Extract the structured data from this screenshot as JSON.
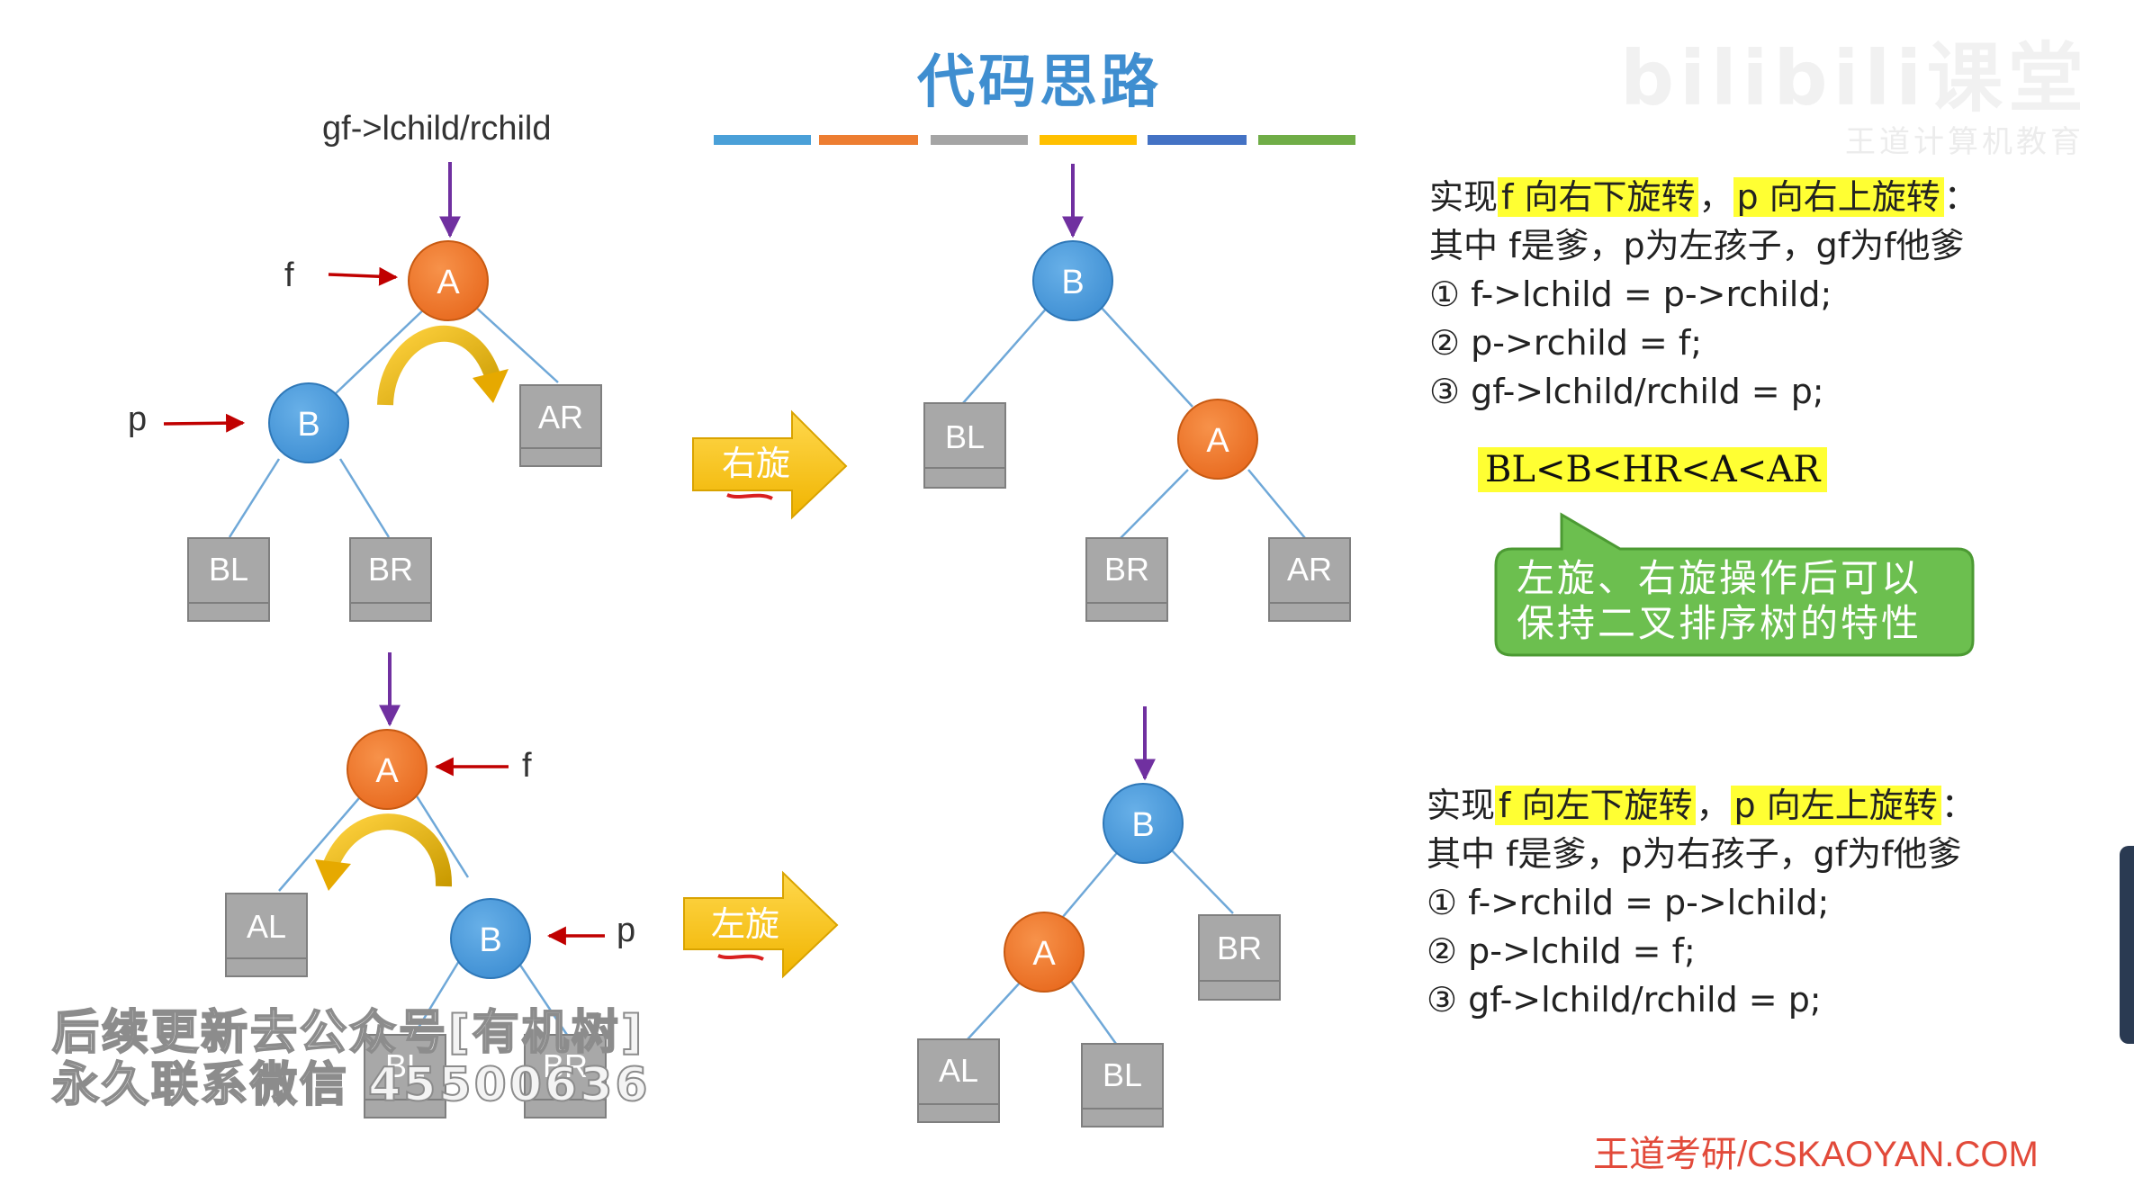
{
  "title": "代码思路",
  "watermark": {
    "logo": "bilibili课堂",
    "subtitle": "王道计算机教育"
  },
  "title_bar_colors": [
    "#4aa0d8",
    "#ed7d31",
    "#a5a5a5",
    "#ffc000",
    "#4472c4",
    "#70ad47"
  ],
  "right_rotation": {
    "top_label": "gf->lchild/rchild",
    "rotate_label": "右旋",
    "before": {
      "f_label": "f",
      "p_label": "p",
      "node_a": "A",
      "node_b": "B",
      "box_ar": "AR",
      "box_bl": "BL",
      "box_br": "BR"
    },
    "after": {
      "node_a": "A",
      "node_b": "B",
      "box_bl": "BL",
      "box_br": "BR",
      "box_ar": "AR"
    },
    "desc_prefix": "实现",
    "desc_hl1": "f 向右下旋转",
    "desc_mid": "，",
    "desc_hl2": "p 向右上旋转",
    "desc_suffix": "：",
    "desc_line2": "其中 f是爹，p为左孩子，gf为f他爹",
    "steps": [
      "① f->lchild = p->rchild;",
      "② p->rchild = f;",
      "③ gf->lchild/rchild = p;"
    ],
    "order": "BL<B<HR<A<AR",
    "callout": [
      "左旋、右旋操作后可以",
      "保持二叉排序树的特性"
    ]
  },
  "left_rotation": {
    "rotate_label": "左旋",
    "before": {
      "f_label": "f",
      "p_label": "p",
      "node_a": "A",
      "node_b": "B",
      "box_al": "AL",
      "box_bl": "BL",
      "box_br": "BR"
    },
    "after": {
      "node_a": "A",
      "node_b": "B",
      "box_al": "AL",
      "box_bl": "BL",
      "box_br": "BR"
    },
    "desc_prefix": "实现",
    "desc_hl1": "f 向左下旋转",
    "desc_mid": "，",
    "desc_hl2": "p 向左上旋转",
    "desc_suffix": "：",
    "desc_line2": "其中 f是爹，p为右孩子，gf为f他爹",
    "steps": [
      "① f->rchild = p->lchild;",
      "② p->lchild = f;",
      "③ gf->lchild/rchild = p;"
    ]
  },
  "watermark_ad": [
    "后续更新去公众号[有机树]",
    "永久联系微信 45500636"
  ],
  "footer": "王道考研/CSKAOYAN.COM"
}
